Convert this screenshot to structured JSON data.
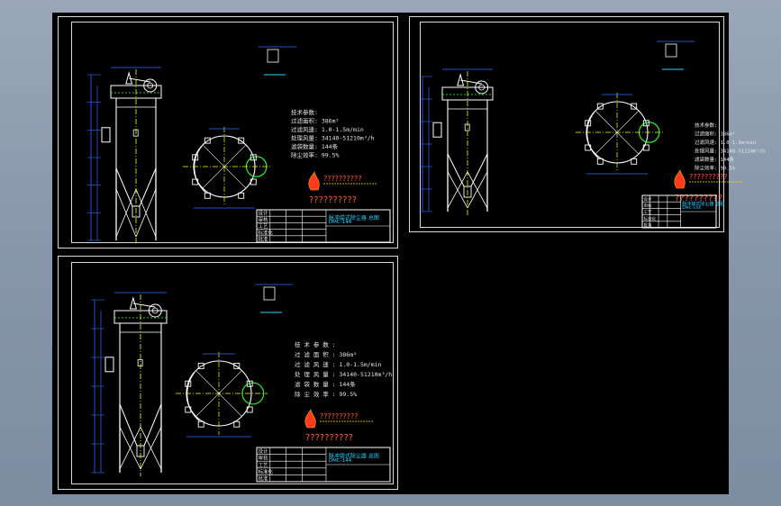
{
  "sheets": [
    {
      "id": "A",
      "tech_title": "技术参数:",
      "tech_lines": [
        "过滤面积: 386m²",
        "过滤风速: 1.0-1.5m/min",
        "处理风量: 34140-51210m³/h",
        "滤袋数量: 144条",
        "除尘效率: 99.5%"
      ],
      "logo_text": "??????????",
      "logo_sub": "??????????",
      "titleblock_cells": [
        "设计",
        "审核",
        "工艺",
        "标准化",
        "批准"
      ],
      "titleblock_name": "脉冲袋式除尘器 总图",
      "titleblock_no": "DMC-144"
    },
    {
      "id": "B",
      "tech_title": "技术参数:",
      "tech_lines": [
        "过滤面积: 386m²",
        "过滤风速: 1.0-1.5m/min",
        "处理风量: 34140-51210m³/h",
        "滤袋数量: 144条",
        "除尘效率: 99.5%"
      ],
      "logo_text": "??????????",
      "logo_sub": "??????????",
      "titleblock_cells": [
        "设计",
        "审核",
        "工艺",
        "标准化",
        "批准"
      ],
      "titleblock_name": "脉冲袋式除尘器 总图",
      "titleblock_no": "DMC-144"
    },
    {
      "id": "C",
      "tech_title": "技 术 参 数 :",
      "tech_lines": [
        "过 滤 面 积 :  386m²",
        "过 滤 风 速 :  1.0-1.5m/min",
        "处 理 风 量 :  34140-51210m³/h",
        "滤 袋 数 量 :  144条",
        "除 尘 效 率 :  99.5%"
      ],
      "logo_text": "??????????",
      "logo_sub": "??????????",
      "titleblock_cells": [
        "设计",
        "审核",
        "工艺",
        "标准化",
        "批准"
      ],
      "titleblock_name": "脉冲袋式除尘器 总图",
      "titleblock_no": "DMC-144"
    }
  ],
  "colors": {
    "background": "#000000",
    "frame": "#d9d9d9",
    "machine": "#ffffff",
    "dimension": "#2f6bff",
    "centerline": "#ffff00",
    "green_circle": "#33ff33",
    "note_cyan": "#2fd0ff",
    "logo_red": "#ff3b1e"
  }
}
